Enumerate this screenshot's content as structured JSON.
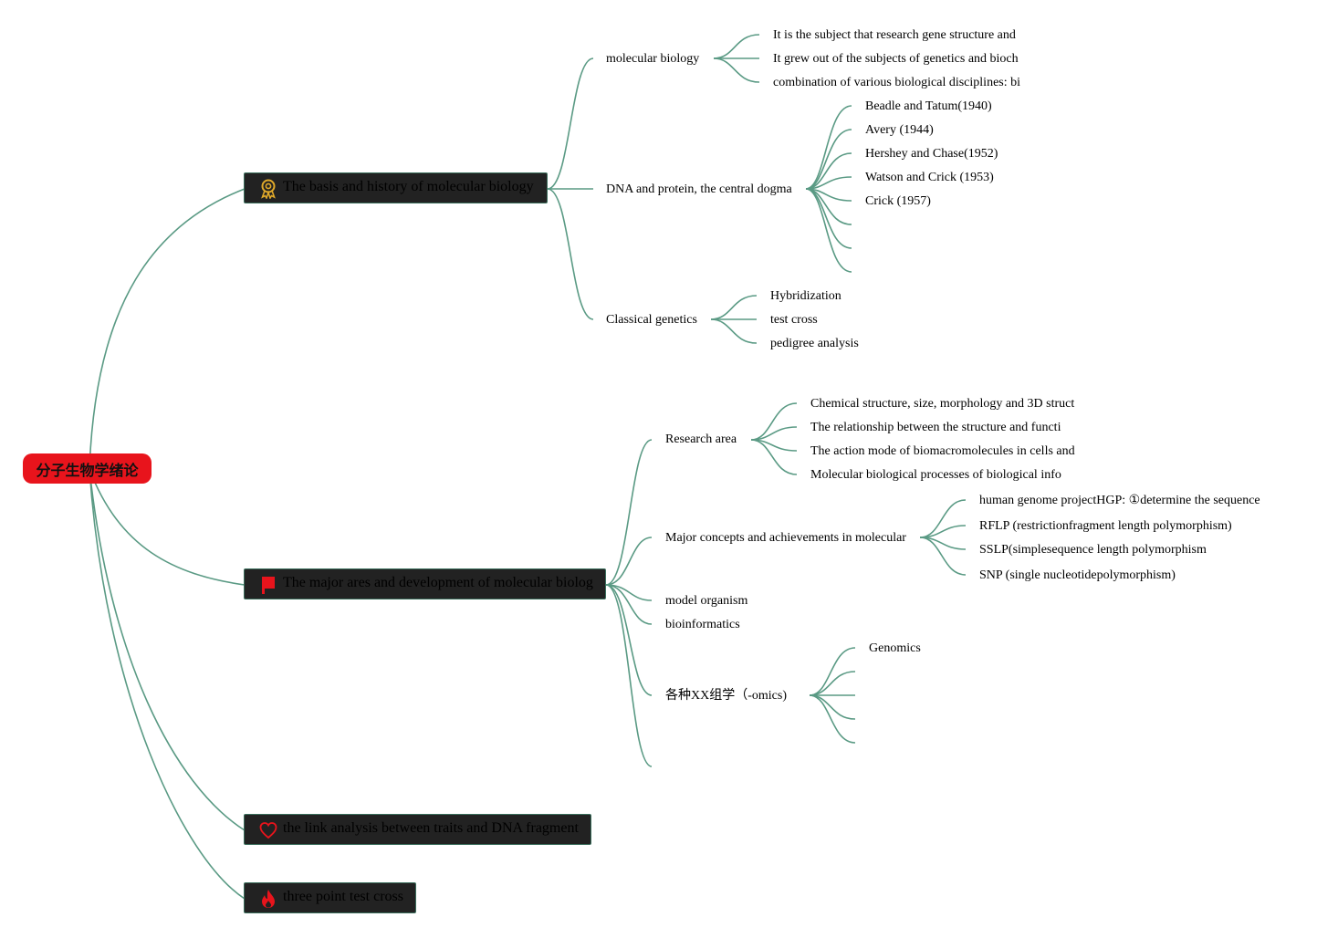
{
  "root": {
    "label": "分子生物学绪论"
  },
  "main": [
    {
      "label": "The basis and history of molecular biology",
      "icon": "award-ribbon-icon"
    },
    {
      "label": "The major ares and development of molecular biolog",
      "icon": "flag-icon"
    },
    {
      "label": "the link analysis between traits and DNA fragment",
      "icon": "heart-icon"
    },
    {
      "label": "three point test cross",
      "icon": "flame-icon"
    }
  ],
  "branches": {
    "molecular_biology": {
      "label": "molecular biology",
      "items": [
        "It is the subject that research gene structure and",
        "It grew out of the subjects of genetics and bioch",
        "combination of various biological disciplines: bi"
      ]
    },
    "central_dogma": {
      "label": "DNA and protein, the central dogma",
      "items": [
        "Beadle and Tatum(1940)",
        "Avery (1944)",
        "Hershey and Chase(1952)",
        "Watson and Crick (1953)",
        "Crick (1957)"
      ]
    },
    "classical_genetics": {
      "label": "Classical genetics",
      "items": [
        "Hybridization",
        "test cross",
        "pedigree analysis"
      ]
    },
    "research_area": {
      "label": "Research area",
      "items": [
        "Chemical structure, size, morphology and 3D struct",
        "The relationship between the structure and functi",
        "The action mode of biomacromolecules in cells and",
        "Molecular biological processes of biological info"
      ]
    },
    "major_concepts": {
      "label": "Major concepts and achievements in molecular",
      "items": [
        "human genome projectHGP: ①determine the sequence",
        "RFLP (restrictionfragment length polymorphism)",
        "SSLP(simplesequence length polymorphism",
        "SNP (single nucleotidepolymorphism)"
      ]
    },
    "model_organism": {
      "label": "model organism"
    },
    "bioinformatics": {
      "label": "bioinformatics"
    },
    "omics": {
      "label": "各种XX组学（-omics)",
      "items": [
        "Genomics"
      ]
    }
  },
  "colors": {
    "link": "#5a9a84",
    "root_fill": "#e8141c",
    "main_fill": "#222222",
    "icon_gold": "#e0a92a",
    "icon_red": "#e8141c"
  }
}
